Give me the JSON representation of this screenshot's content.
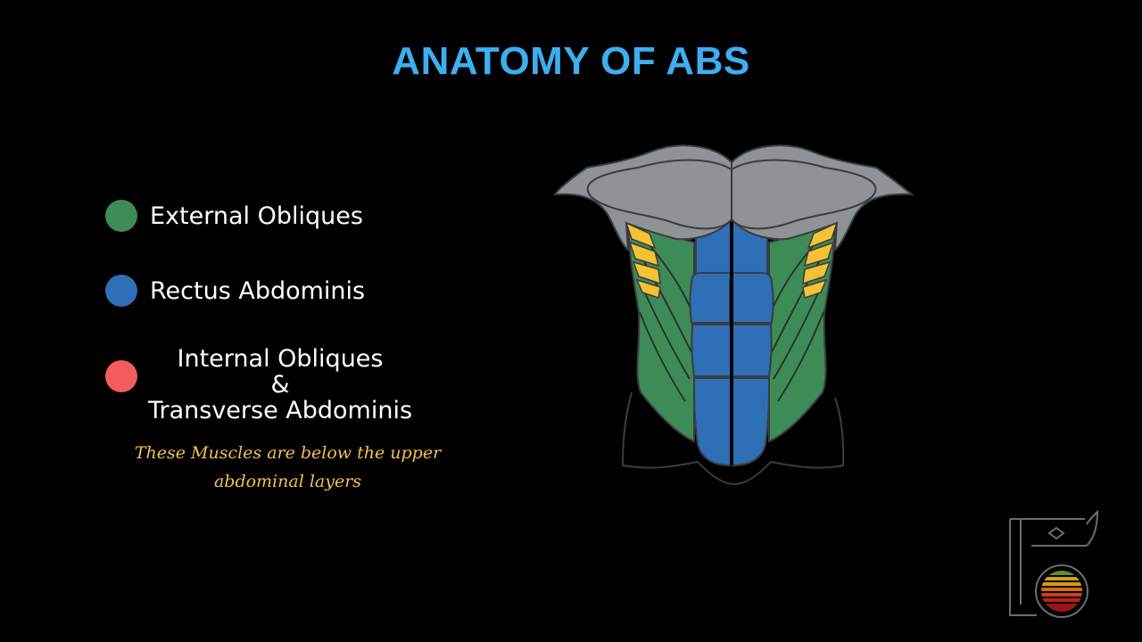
{
  "title": "ANATOMY OF ABS",
  "legend": [
    {
      "label": "External Obliques",
      "color": "#3d8b56"
    },
    {
      "label": "Rectus Abdominis",
      "color": "#2f6fb6"
    },
    {
      "label": "Internal Obliques",
      "connector": "&",
      "label2": "Transverse Abdominis",
      "color": "#f25c5c"
    }
  ],
  "note": "These Muscles are below the upper abdominal layers",
  "colors": {
    "title": "#3daeef",
    "note": "#f2c14e",
    "chest": "#8f9396",
    "serratus": "#f6c234",
    "external_obliques": "#3d8b56",
    "rectus": "#2f6fb6",
    "outline": "#3a3d3f"
  },
  "icons": {
    "logo": "kettlebell-logo-icon"
  }
}
